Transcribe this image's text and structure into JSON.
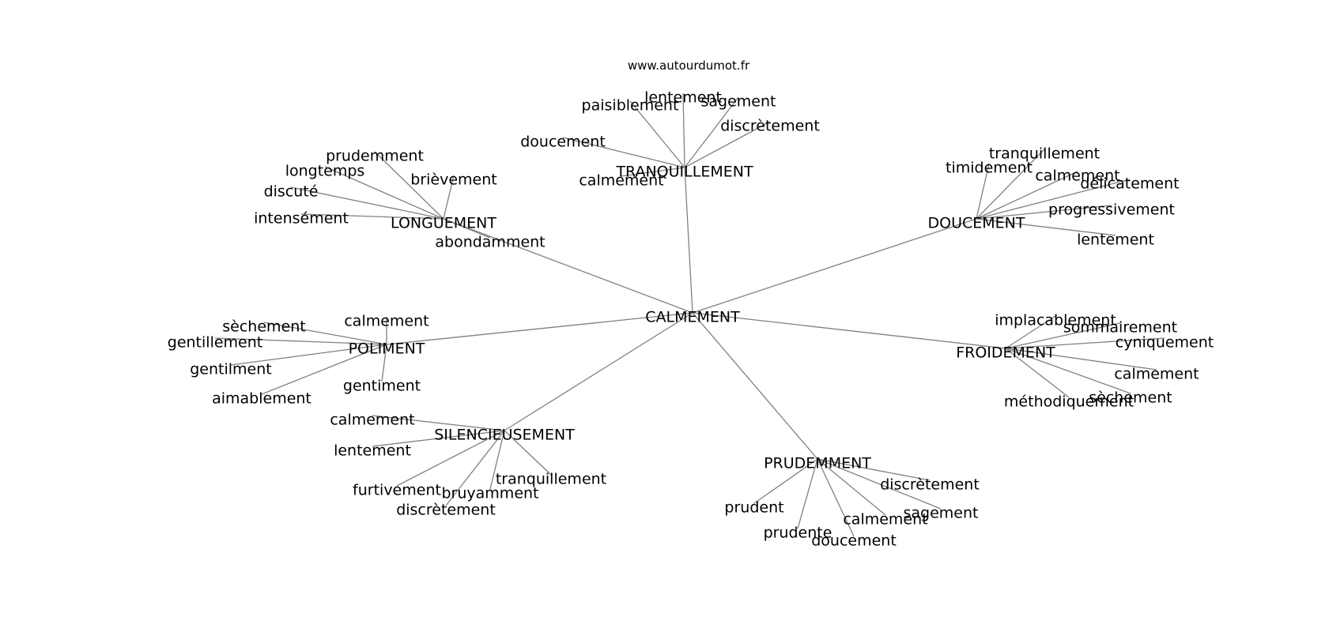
{
  "source": "www.autourdumot.fr",
  "center": "CALMEMENT",
  "clusters": [
    {
      "hub": "TRANQUILLEMENT",
      "leaves": [
        "lentement",
        "paisiblement",
        "sagement",
        "discrètement",
        "doucement",
        "calmement"
      ]
    },
    {
      "hub": "LONGUEMENT",
      "leaves": [
        "prudemment",
        "longtemps",
        "brièvement",
        "discuté",
        "intensément",
        "abondamment"
      ]
    },
    {
      "hub": "DOUCEMENT",
      "leaves": [
        "tranquillement",
        "timidement",
        "calmement",
        "délicatement",
        "progressivement",
        "lentement"
      ]
    },
    {
      "hub": "POLIMENT",
      "leaves": [
        "calmement",
        "sèchement",
        "gentillement",
        "gentilment",
        "aimablement",
        "gentiment"
      ]
    },
    {
      "hub": "FROIDEMENT",
      "leaves": [
        "implacablement",
        "sommairement",
        "cyniquement",
        "calmement",
        "sèchement",
        "méthodiquement"
      ]
    },
    {
      "hub": "SILENCIEUSEMENT",
      "leaves": [
        "calmement",
        "lentement",
        "tranquillement",
        "furtivement",
        "bruyamment",
        "discrètement"
      ]
    },
    {
      "hub": "PRUDEMMENT",
      "leaves": [
        "discrètement",
        "prudent",
        "sagement",
        "calmement",
        "prudente",
        "doucement"
      ]
    }
  ]
}
